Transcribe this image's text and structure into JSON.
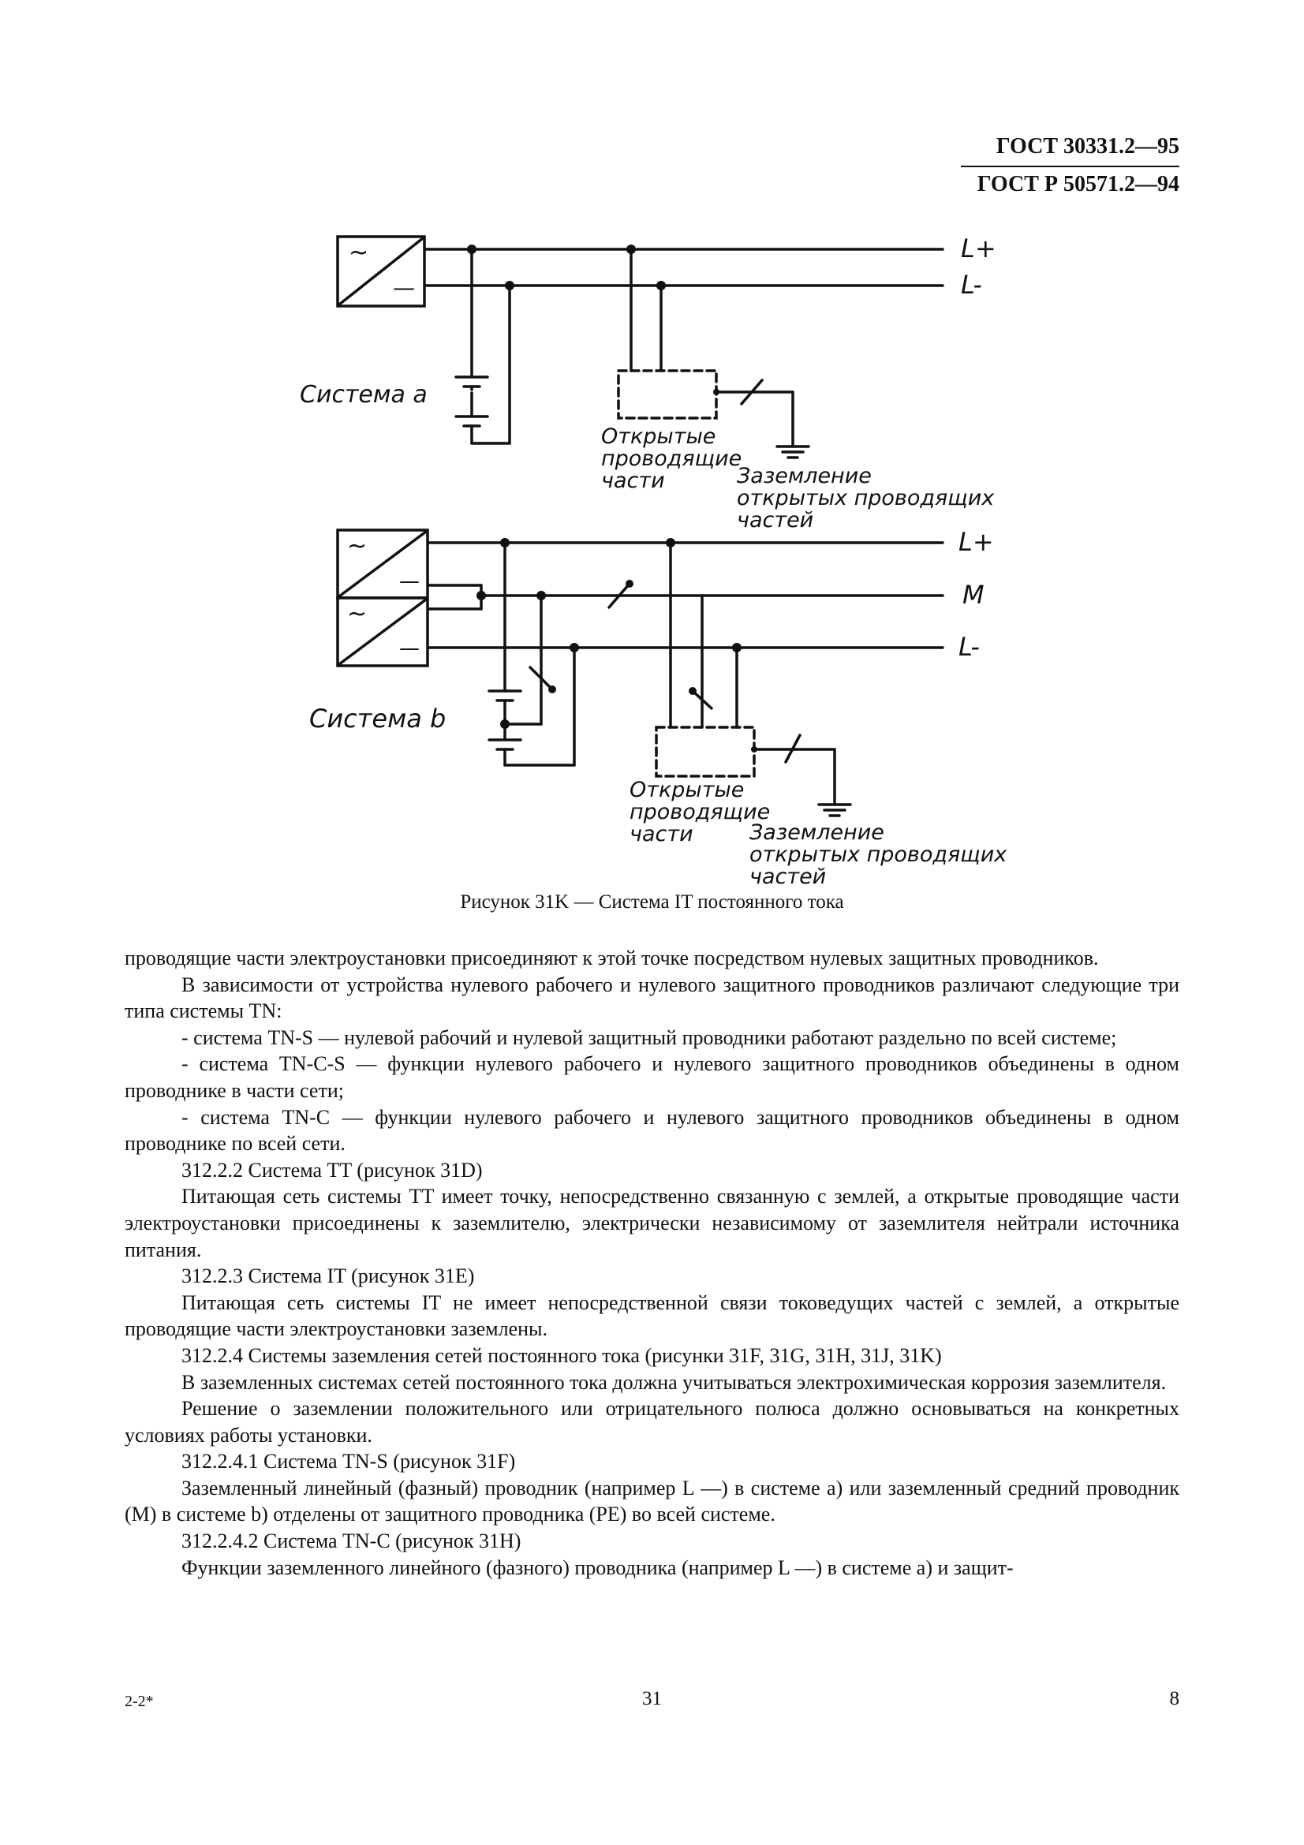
{
  "header": {
    "line1": "ГОСТ 30331.2—95",
    "line2": "ГОСТ Р 50571.2—94"
  },
  "figure": {
    "system_a": {
      "label": "Система a",
      "lplus": "L+",
      "lminus": "L-",
      "tilde": "~",
      "minus": "—",
      "exposed_parts": [
        "Открытые",
        "проводящие",
        "части"
      ],
      "earthing": [
        "Заземление",
        "открытых проводящих",
        "частей"
      ]
    },
    "system_b": {
      "label": "Система b",
      "lplus": "L+",
      "m": "M",
      "lminus": "L-",
      "tilde": "~",
      "minus": "—",
      "exposed_parts": [
        "Открытые",
        "проводящие",
        "части"
      ],
      "earthing": [
        "Заземление",
        "открытых проводящих",
        "частей"
      ]
    },
    "caption": "Рисунок 31K — Система IT постоянного тока"
  },
  "body": [
    {
      "indent": false,
      "text": "проводящие части электроустановки присоединяют к этой точке посредством нулевых защитных проводников."
    },
    {
      "indent": true,
      "text": "В зависимости от устройства нулевого рабочего и нулевого защитного проводников различают следующие три типа системы TN:"
    },
    {
      "indent": true,
      "text": "- система TN-S — нулевой рабочий и нулевой защитный проводники работают раздельно по всей системе;"
    },
    {
      "indent": true,
      "text": "- система TN-C-S — функции нулевого рабочего и нулевого защитного проводников объединены в одном проводнике в части сети;"
    },
    {
      "indent": true,
      "text": "- система TN-C — функции нулевого рабочего и нулевого защитного проводников объединены в одном проводнике по всей сети."
    },
    {
      "indent": true,
      "text": "312.2.2 Система TT (рисунок 31D)"
    },
    {
      "indent": true,
      "text": "Питающая сеть системы TT имеет точку, непосредственно связанную с землей, а открытые проводящие части электроустановки присоединены к заземлителю, электрически независимому от заземлителя нейтрали источника питания."
    },
    {
      "indent": true,
      "text": "312.2.3 Система IT (рисунок 31E)"
    },
    {
      "indent": true,
      "text": "Питающая сеть системы IT не имеет непосредственной связи токоведущих частей с землей, а открытые проводящие части электроустановки заземлены."
    },
    {
      "indent": true,
      "text": "312.2.4 Системы заземления сетей постоянного тока (рисунки 31F, 31G, 31H, 31J, 31K)"
    },
    {
      "indent": true,
      "text": "В заземленных системах сетей постоянного тока должна учитываться электрохимическая коррозия заземлителя."
    },
    {
      "indent": true,
      "text": "Решение о заземлении положительного или отрицательного полюса должно основываться на конкретных условиях работы установки."
    },
    {
      "indent": true,
      "text": "312.2.4.1 Система TN-S (рисунок 31F)"
    },
    {
      "indent": true,
      "text": "Заземленный линейный (фазный) проводник (например L —) в системе a) или заземленный средний проводник (M) в системе b) отделены от защитного проводника (PE) во всей системе."
    },
    {
      "indent": true,
      "text": "312.2.4.2 Система TN-C (рисунок 31H)"
    },
    {
      "indent": true,
      "text": "Функции заземленного линейного (фазного) проводника (например L —) в системе a) и защит-"
    }
  ],
  "footer": {
    "left": "2-2*",
    "center": "31",
    "right": "8"
  }
}
